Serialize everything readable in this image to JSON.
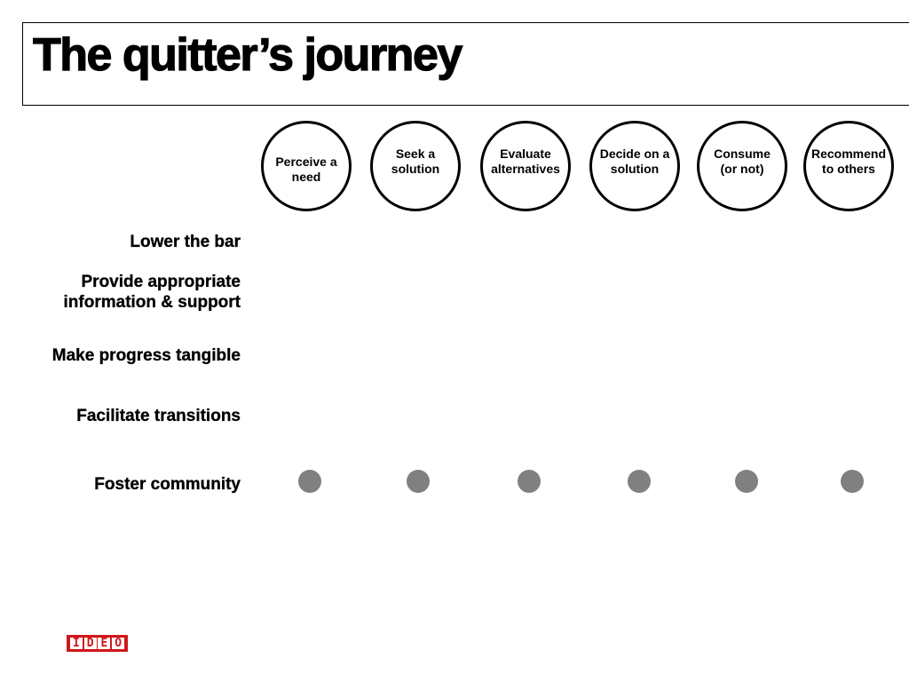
{
  "title": "The quitter’s journey",
  "stages": [
    {
      "label": "Perceive a\nneed"
    },
    {
      "label": "Seek a\nsolution"
    },
    {
      "label": "Evaluate\nalternatives"
    },
    {
      "label": "Decide on a\nsolution"
    },
    {
      "label": "Consume\n(or not)"
    },
    {
      "label": "Recommend\nto others"
    }
  ],
  "rows": [
    {
      "label": "Lower the bar"
    },
    {
      "label": "Provide appropriate\ninformation & support"
    },
    {
      "label": "Make progress tangible"
    },
    {
      "label": "Facilitate transitions"
    },
    {
      "label": "Foster community"
    }
  ],
  "markers": {
    "row": "Foster community",
    "stages": [
      "Perceive a\nneed",
      "Seek a\nsolution",
      "Evaluate\nalternatives",
      "Decide on a\nsolution",
      "Consume\n(or not)",
      "Recommend\nto others"
    ],
    "color": "#808080"
  },
  "logo": {
    "letters": [
      "I",
      "D",
      "E",
      "O"
    ],
    "color": "#d0171a"
  }
}
